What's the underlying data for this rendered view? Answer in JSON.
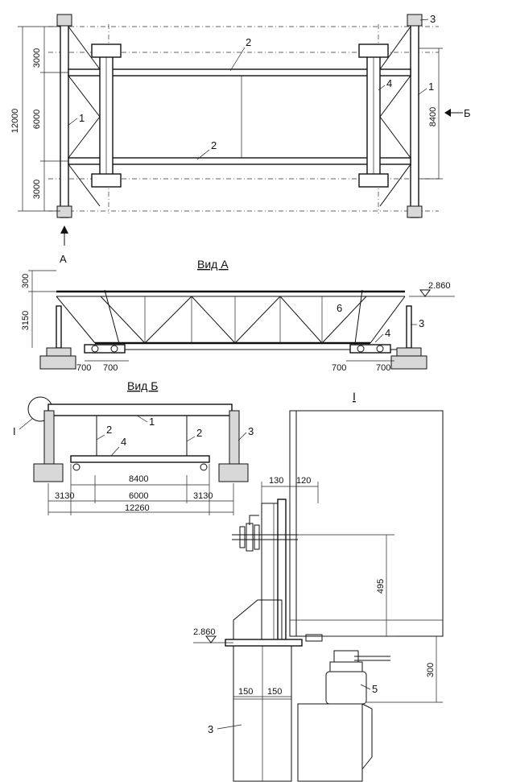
{
  "plan": {
    "dims_left": [
      "12000",
      "3000",
      "6000",
      "3000"
    ],
    "dim_right": "8400",
    "callouts": [
      "1",
      "1",
      "2",
      "2",
      "3",
      "4"
    ],
    "arrow_a": "А",
    "arrow_b": "Б"
  },
  "view_a": {
    "title": "Вид А",
    "dims_left": [
      "300",
      "3150"
    ],
    "dims_bottom": [
      "700",
      "700",
      "700",
      "700"
    ],
    "elevation": "2.860",
    "callouts": [
      "6",
      "4",
      "3"
    ]
  },
  "view_b": {
    "title": "Вид Б",
    "detail_mark": "I",
    "callouts": [
      "1",
      "2",
      "2",
      "3",
      "4"
    ],
    "dims": [
      "8400",
      "3130",
      "6000",
      "3130",
      "12260"
    ]
  },
  "detail": {
    "title": "I",
    "dims": [
      "130",
      "120",
      "495",
      "300",
      "150",
      "150"
    ],
    "elevation": "2.860",
    "callouts": [
      "5",
      "3"
    ]
  }
}
